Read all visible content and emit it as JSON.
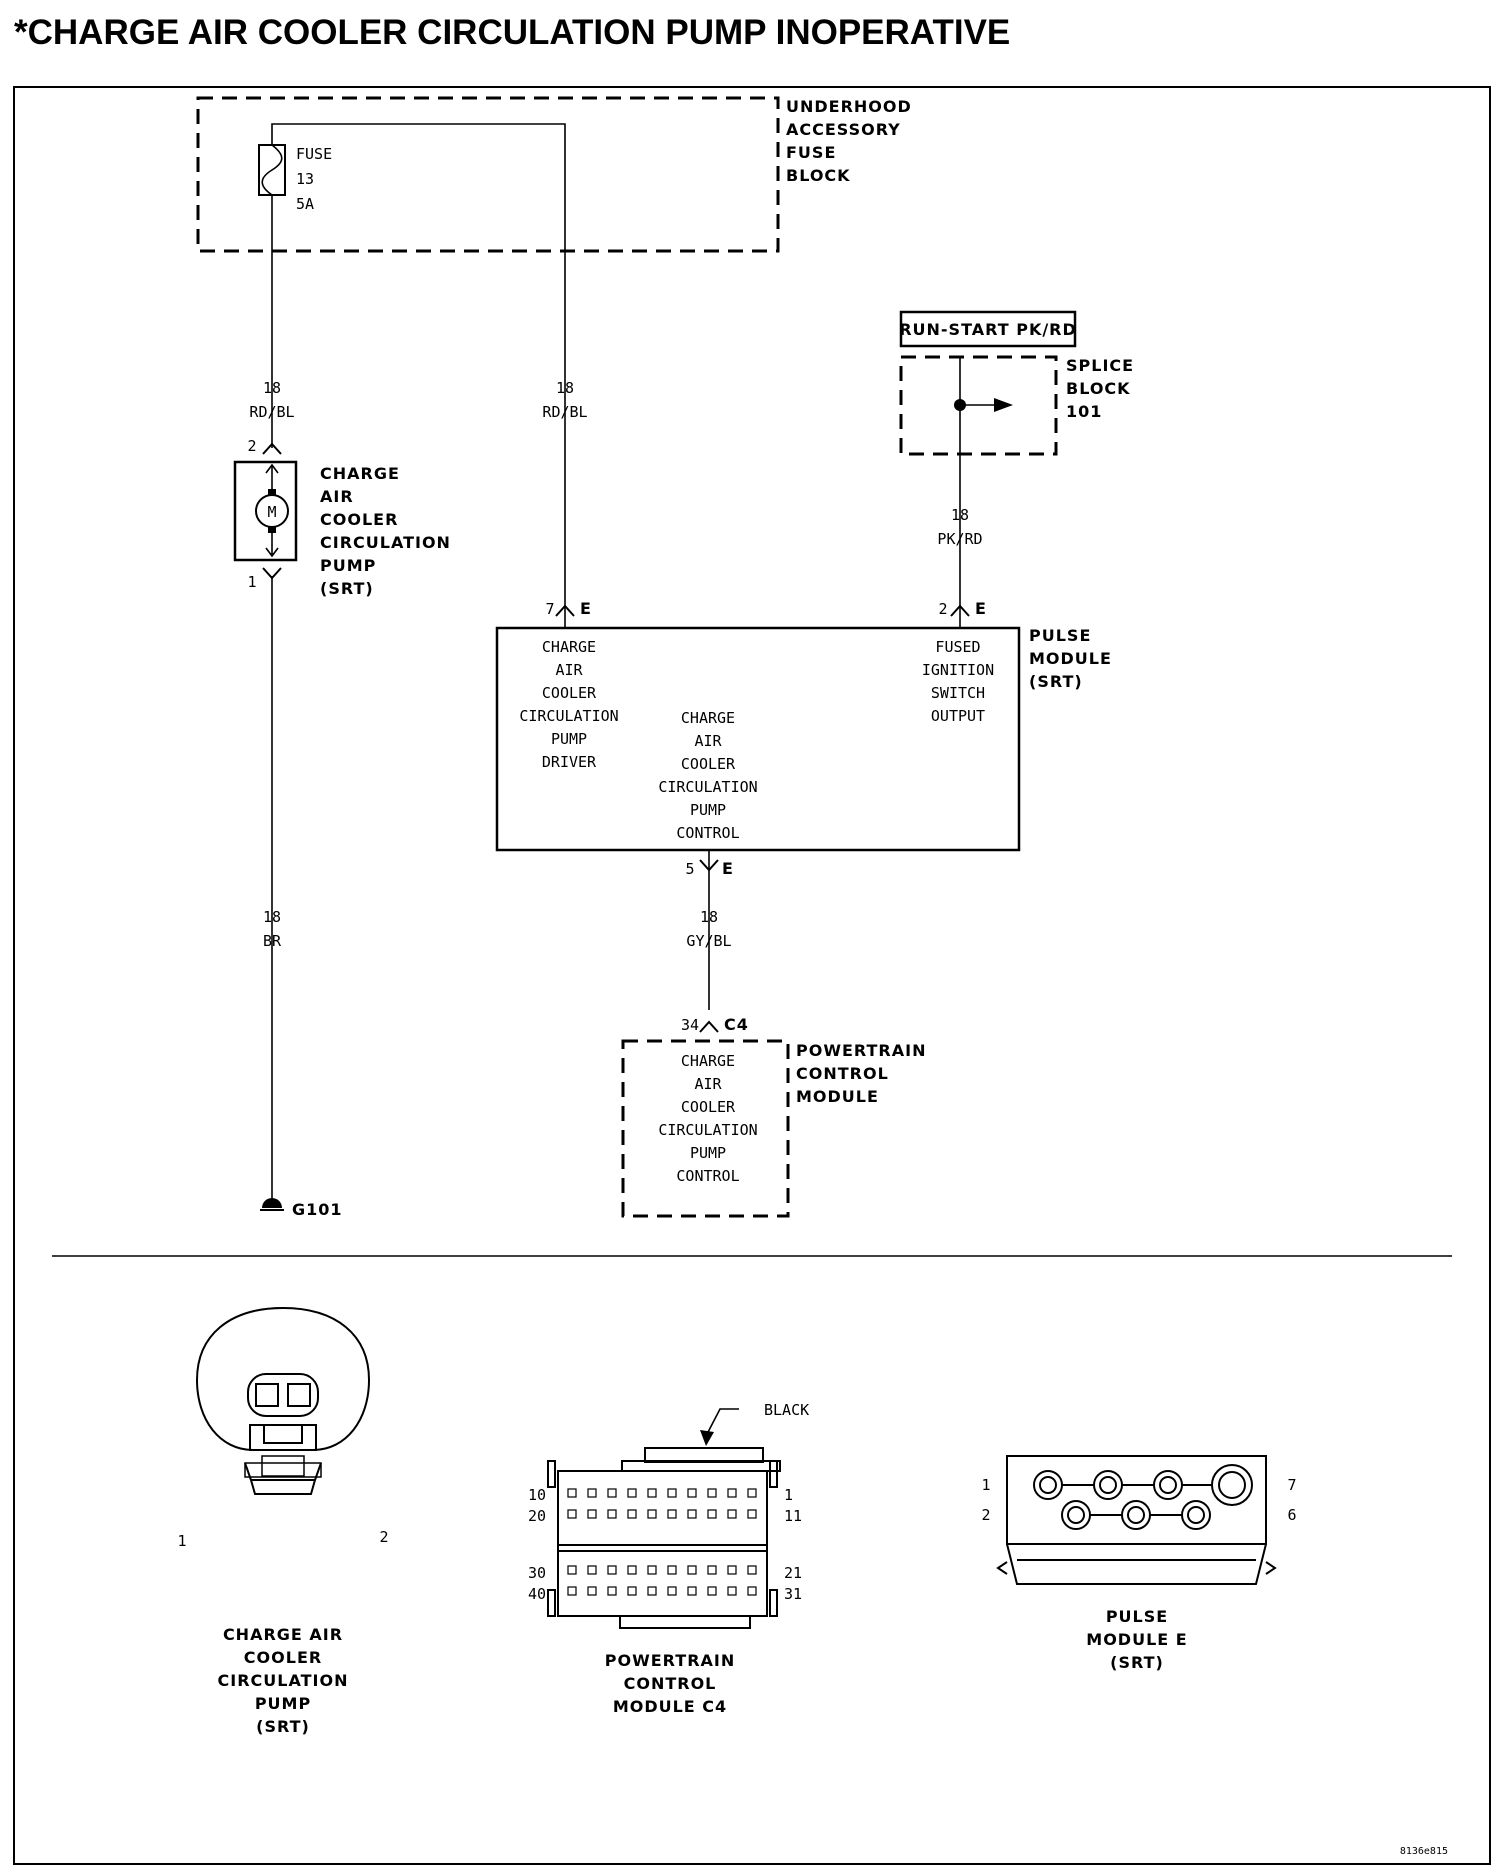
{
  "title": "*CHARGE AIR COOLER CIRCULATION PUMP INOPERATIVE",
  "fuse_block": {
    "label": [
      "UNDERHOOD",
      "ACCESSORY",
      "FUSE",
      "BLOCK"
    ],
    "fuse": [
      "FUSE",
      "13",
      "5A"
    ]
  },
  "run_start_label": "RUN-START PK/RD",
  "splice_block": {
    "label": [
      "SPLICE",
      "BLOCK",
      "101"
    ]
  },
  "wires": {
    "fuse_to_pump": {
      "gauge": "18",
      "color": "RD/BL"
    },
    "fuse_to_pulse": {
      "gauge": "18",
      "color": "RD/BL"
    },
    "splice_to_pulse": {
      "gauge": "18",
      "color": "PK/RD"
    },
    "pump_to_ground": {
      "gauge": "18",
      "color": "BR"
    },
    "pulse_to_pcm": {
      "gauge": "18",
      "color": "GY/BL"
    }
  },
  "pump": {
    "label": [
      "CHARGE",
      "AIR",
      "COOLER",
      "CIRCULATION",
      "PUMP",
      "(SRT)"
    ],
    "motor": "M",
    "pin_top": "2",
    "pin_bottom": "1"
  },
  "pulse_module": {
    "label": [
      "PULSE",
      "MODULE",
      "(SRT)"
    ],
    "pin_left": "7",
    "pin_left_conn": "E",
    "pin_right": "2",
    "pin_right_conn": "E",
    "pin_bottom": "5",
    "pin_bottom_conn": "E",
    "driver": [
      "CHARGE",
      "AIR",
      "COOLER",
      "CIRCULATION",
      "PUMP",
      "DRIVER"
    ],
    "control": [
      "CHARGE",
      "AIR",
      "COOLER",
      "CIRCULATION",
      "PUMP",
      "CONTROL"
    ],
    "fused": [
      "FUSED",
      "IGNITION",
      "SWITCH",
      "OUTPUT"
    ]
  },
  "pcm": {
    "label": [
      "POWERTRAIN",
      "CONTROL",
      "MODULE"
    ],
    "pin": "34",
    "conn": "C4",
    "inner": [
      "CHARGE",
      "AIR",
      "COOLER",
      "CIRCULATION",
      "PUMP",
      "CONTROL"
    ]
  },
  "ground": "G101",
  "connectors": {
    "pump": {
      "pin_left": "1",
      "pin_right": "2",
      "label": [
        "CHARGE AIR",
        "COOLER",
        "CIRCULATION",
        "PUMP",
        "(SRT)"
      ]
    },
    "pcm": {
      "color": "BLACK",
      "pins_left": [
        "10",
        "20",
        "30",
        "40"
      ],
      "pins_right": [
        "1",
        "11",
        "21",
        "31"
      ],
      "label": [
        "POWERTRAIN",
        "CONTROL",
        "MODULE C4"
      ]
    },
    "pulse": {
      "pins_left": [
        "1",
        "2"
      ],
      "pins_right": [
        "7",
        "6"
      ],
      "label": [
        "PULSE",
        "MODULE E",
        "(SRT)"
      ]
    }
  },
  "figure_id": "8136e815"
}
